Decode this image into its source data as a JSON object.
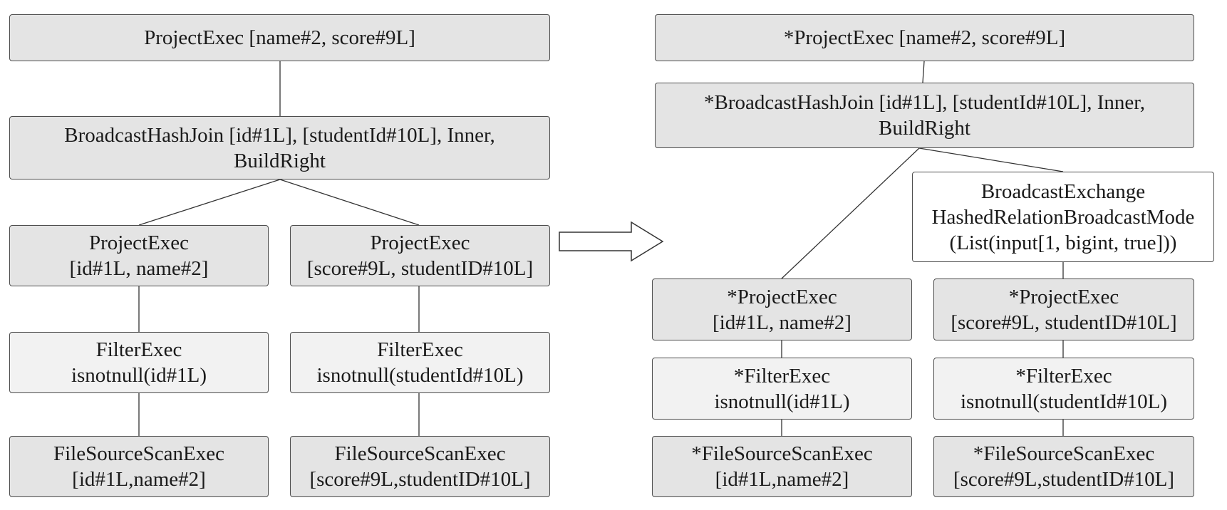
{
  "left_plan": {
    "project_top": {
      "line1": "ProjectExec [name#2, score#9L]"
    },
    "join": {
      "line1": "BroadcastHashJoin [id#1L], [studentId#10L], Inner,",
      "line2": "BuildRight"
    },
    "project_left": {
      "line1": "ProjectExec",
      "line2": "[id#1L, name#2]"
    },
    "project_right": {
      "line1": "ProjectExec",
      "line2": "[score#9L, studentID#10L]"
    },
    "filter_left": {
      "line1": "FilterExec",
      "line2": "isnotnull(id#1L)"
    },
    "filter_right": {
      "line1": "FilterExec",
      "line2": "isnotnull(studentId#10L)"
    },
    "scan_left": {
      "line1": "FileSourceScanExec",
      "line2": "[id#1L,name#2]"
    },
    "scan_right": {
      "line1": "FileSourceScanExec",
      "line2": "[score#9L,studentID#10L]"
    }
  },
  "right_plan": {
    "project_top": {
      "line1": "*ProjectExec [name#2, score#9L]"
    },
    "join": {
      "line1": "*BroadcastHashJoin [id#1L], [studentId#10L], Inner,",
      "line2": "BuildRight"
    },
    "exchange": {
      "line1": "BroadcastExchange",
      "line2": "HashedRelationBroadcastMode",
      "line3": "(List(input[1, bigint, true]))"
    },
    "project_left": {
      "line1": "*ProjectExec",
      "line2": "[id#1L, name#2]"
    },
    "project_right": {
      "line1": "*ProjectExec",
      "line2": "[score#9L, studentID#10L]"
    },
    "filter_left": {
      "line1": "*FilterExec",
      "line2": "isnotnull(id#1L)"
    },
    "filter_right": {
      "line1": "*FilterExec",
      "line2": "isnotnull(studentId#10L)"
    },
    "scan_left": {
      "line1": "*FileSourceScanExec",
      "line2": "[id#1L,name#2]"
    },
    "scan_right": {
      "line1": "*FileSourceScanExec",
      "line2": "[score#9L,studentID#10L]"
    }
  },
  "colors": {
    "node_dark": "#e4e4e4",
    "node_light": "#f2f2f2",
    "node_white": "#ffffff",
    "border": "#4d4d4d",
    "edge": "#333333"
  }
}
